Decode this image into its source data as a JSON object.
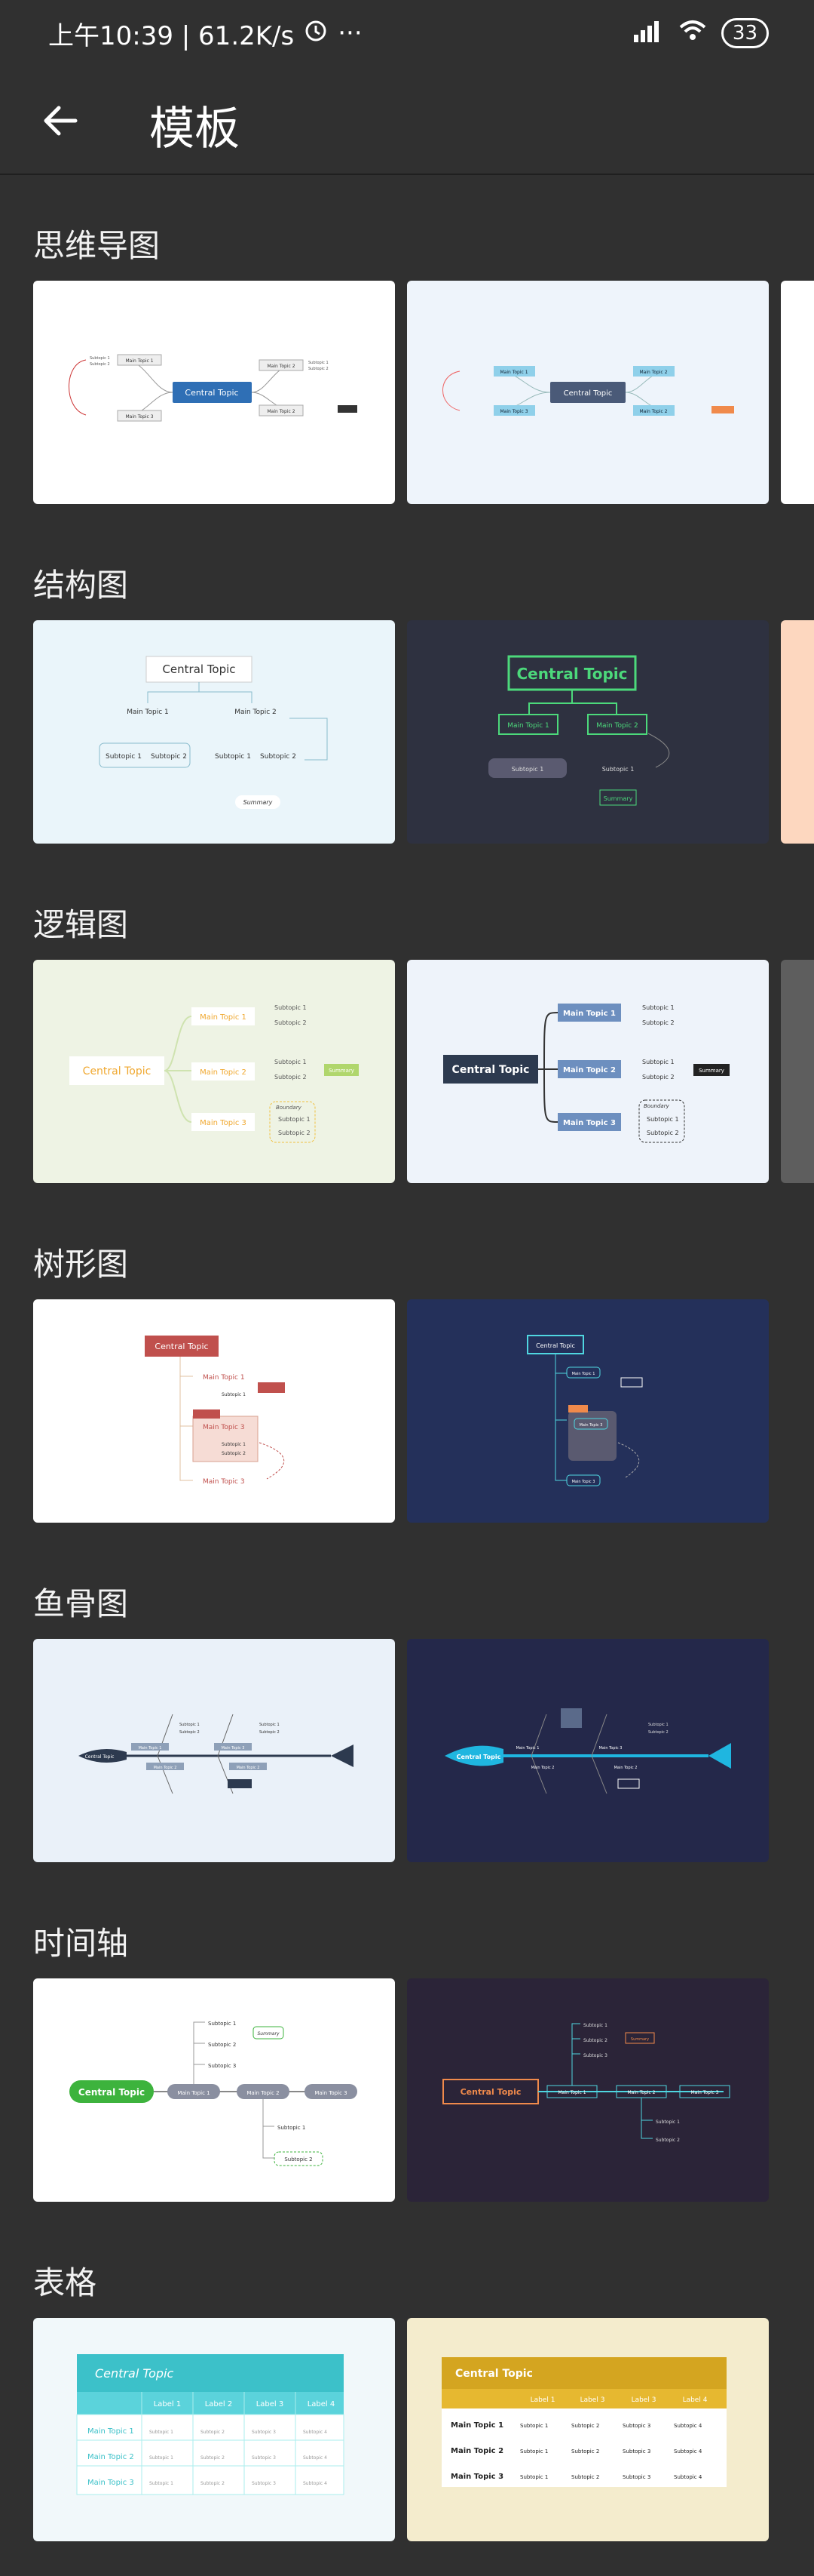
{
  "status_bar": {
    "time_speed": "上午10:39 | 61.2K/s",
    "dots": "···",
    "battery": "33"
  },
  "header": {
    "title": "模板"
  },
  "sections": [
    {
      "title": "思维导图"
    },
    {
      "title": "结构图"
    },
    {
      "title": "逻辑图"
    },
    {
      "title": "树形图"
    },
    {
      "title": "鱼骨图"
    },
    {
      "title": "时间轴"
    },
    {
      "title": "表格"
    }
  ],
  "thumb_text": {
    "central": "Central Topic",
    "main1": "Main Topic 1",
    "main2": "Main Topic 2",
    "main3": "Main Topic 3",
    "sub1": "Subtopic 1",
    "sub2": "Subtopic 2",
    "sub3": "Subtopic 3",
    "sub4": "Subtopic 4",
    "summary": "Summary",
    "boundary": "Boundary",
    "label1": "Label 1",
    "label2": "Label 2",
    "label3": "Label 3",
    "label4": "Label 4"
  },
  "colors": {
    "background": "#303030",
    "mind_blue": "#2f6fb5",
    "structure_green": "#4cd97b",
    "timeline_green": "#3db33d",
    "table_teal": "#3cc1c9",
    "table_gold": "#d4a520"
  },
  "icons": [
    "back-arrow-icon",
    "alarm-icon",
    "signal-icon",
    "wifi-icon",
    "battery-icon"
  ]
}
